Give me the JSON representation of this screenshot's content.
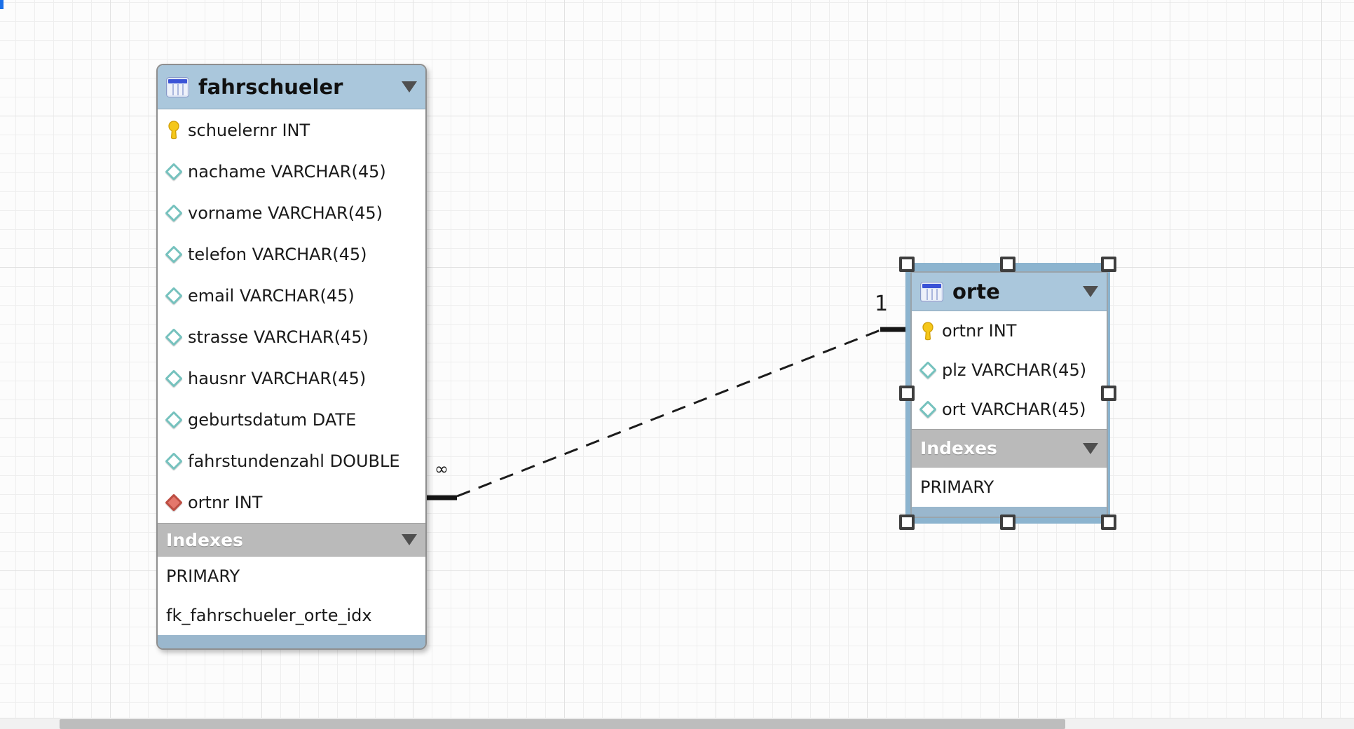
{
  "relationship": {
    "one": "1",
    "many": "∞"
  },
  "tables": [
    {
      "title": "fahrschueler",
      "columns": [
        {
          "label": "schuelernr INT",
          "icon": "primary-key"
        },
        {
          "label": "nachame VARCHAR(45)",
          "icon": "column"
        },
        {
          "label": "vorname VARCHAR(45)",
          "icon": "column"
        },
        {
          "label": "telefon VARCHAR(45)",
          "icon": "column"
        },
        {
          "label": "email VARCHAR(45)",
          "icon": "column"
        },
        {
          "label": "strasse VARCHAR(45)",
          "icon": "column"
        },
        {
          "label": "hausnr VARCHAR(45)",
          "icon": "column"
        },
        {
          "label": "geburtsdatum DATE",
          "icon": "column"
        },
        {
          "label": "fahrstundenzahl DOUBLE",
          "icon": "column"
        },
        {
          "label": "ortnr INT",
          "icon": "foreign-key"
        }
      ],
      "indexes_label": "Indexes",
      "indexes": [
        "PRIMARY",
        "fk_fahrschueler_orte_idx"
      ]
    },
    {
      "title": "orte",
      "selected": true,
      "columns": [
        {
          "label": "ortnr INT",
          "icon": "primary-key"
        },
        {
          "label": "plz VARCHAR(45)",
          "icon": "column"
        },
        {
          "label": "ort VARCHAR(45)",
          "icon": "column"
        }
      ],
      "indexes_label": "Indexes",
      "indexes": [
        "PRIMARY"
      ]
    }
  ],
  "colors": {
    "table_header": "#aac7dc",
    "table_footer": "#9ab7cd",
    "indexes_header": "#bababa",
    "selection": "#8cb4cf",
    "canvas_bg": "#fcfcfc",
    "grid_line": "#eeeeee",
    "line": "#1c1c1c"
  }
}
